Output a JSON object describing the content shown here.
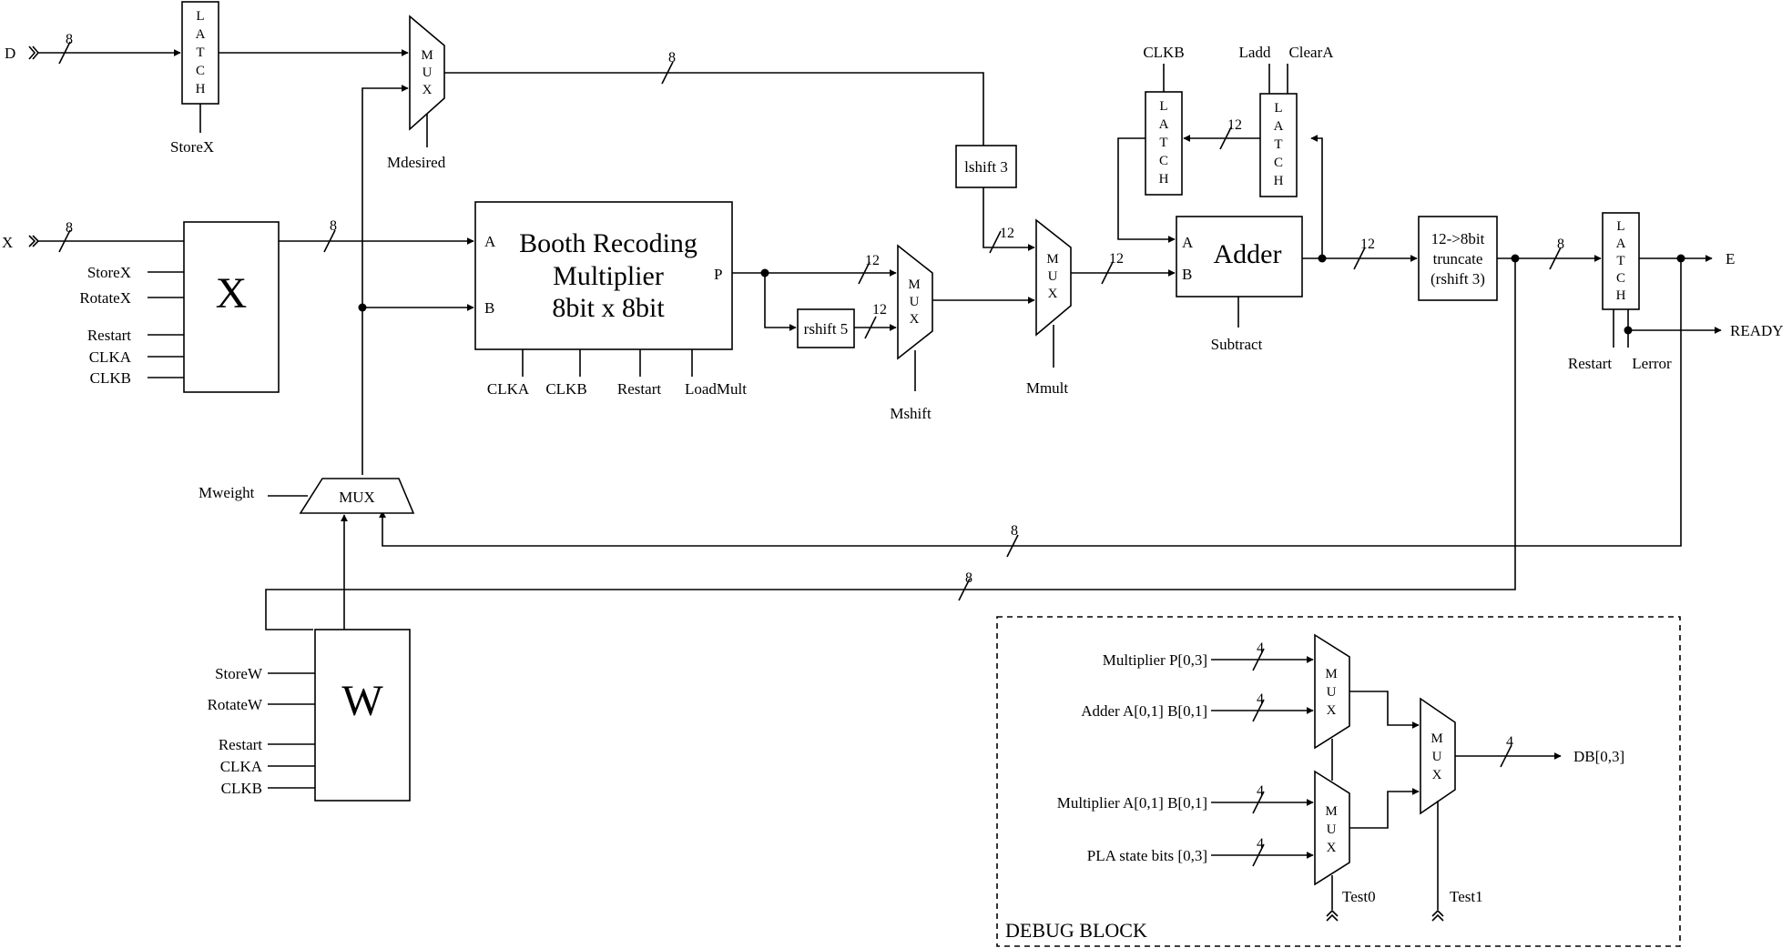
{
  "inputs": {
    "d": "D",
    "x": "X"
  },
  "outputs": {
    "e": "E",
    "ready": "READY"
  },
  "latches": {
    "latch_d": [
      "L",
      "A",
      "T",
      "C",
      "H"
    ],
    "latch_clkb": [
      "L",
      "A",
      "T",
      "C",
      "H"
    ],
    "latch_ladd": [
      "L",
      "A",
      "T",
      "C",
      "H"
    ],
    "latch_out": [
      "L",
      "A",
      "T",
      "C",
      "H"
    ]
  },
  "mux_letters": [
    "M",
    "U",
    "X"
  ],
  "mux_weight_label": "MUX",
  "blocks": {
    "x_reg": "X",
    "w_reg": "W",
    "booth": [
      "Booth Recoding",
      "Multiplier",
      "8bit x 8bit"
    ],
    "adder": "Adder",
    "lshift": "lshift 3",
    "rshift": "rshift 5",
    "truncate": [
      "12->8bit",
      "truncate",
      "(rshift 3)"
    ]
  },
  "ports": {
    "a": "A",
    "b": "B",
    "p": "P"
  },
  "signals": {
    "storex": "StoreX",
    "rotatex": "RotateX",
    "restart": "Restart",
    "clka": "CLKA",
    "clkb": "CLKB",
    "storew": "StoreW",
    "rotatew": "RotateW",
    "mdesired": "Mdesired",
    "mweight": "Mweight",
    "loadmult": "LoadMult",
    "mshift": "Mshift",
    "mmult": "Mmult",
    "subtract": "Subtract",
    "ladd": "Ladd",
    "cleara": "ClearA",
    "lerror": "Lerror"
  },
  "bus_widths": {
    "eight": "8",
    "twelve": "12",
    "four": "4"
  },
  "debug": {
    "title": "DEBUG BLOCK",
    "in_mult_p": "Multiplier P[0,3]",
    "in_adder": "Adder A[0,1] B[0,1]",
    "in_mult_ab": "Multiplier A[0,1] B[0,1]",
    "in_pla": "PLA state bits [0,3]",
    "out": "DB[0,3]",
    "test0": "Test0",
    "test1": "Test1"
  }
}
